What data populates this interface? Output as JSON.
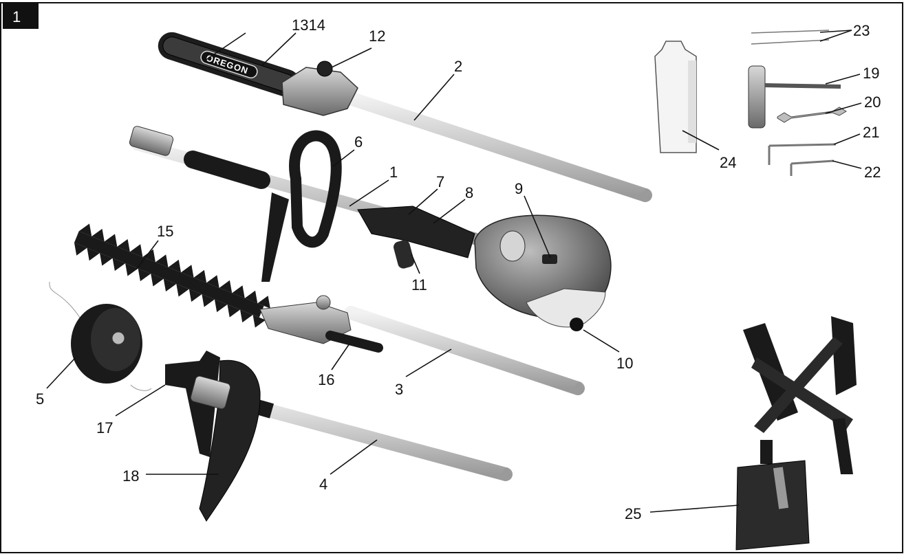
{
  "figure": {
    "number": "1"
  },
  "chainsaw": {
    "brand": "OREGON"
  },
  "callouts": {
    "c1": "1",
    "c1314": "1314",
    "c2": "2",
    "c3": "3",
    "c4": "4",
    "c5": "5",
    "c6": "6",
    "c7": "7",
    "c8": "8",
    "c9": "9",
    "c10": "10",
    "c11": "11",
    "c12": "12",
    "c15": "15",
    "c16": "16",
    "c17": "17",
    "c18": "18",
    "c19": "19",
    "c20": "20",
    "c21": "21",
    "c22": "22",
    "c23": "23",
    "c24": "24",
    "c25": "25"
  }
}
